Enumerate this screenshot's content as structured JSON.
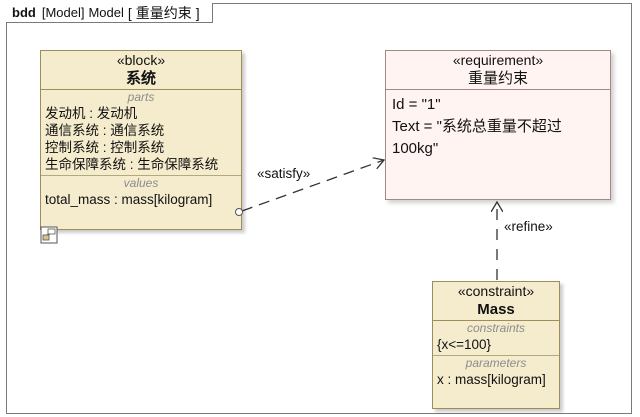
{
  "frame": {
    "keyword": "bdd",
    "kind": "[Model]",
    "model": "Model",
    "bracket_open": "[",
    "diagram_name": "重量约束",
    "bracket_close": "]"
  },
  "block": {
    "stereotype": "«block»",
    "name": "系统",
    "parts_title": "parts",
    "parts": [
      "发动机 : 发动机",
      "通信系统 : 通信系统",
      "控制系统 : 控制系统",
      "生命保障系统 : 生命保障系统"
    ],
    "values_title": "values",
    "values": [
      "total_mass : mass[kilogram]"
    ]
  },
  "requirement": {
    "stereotype": "«requirement»",
    "name": "重量约束",
    "id_line": "Id = \"1\"",
    "text_line1": "Text = \"系统总重量不超过",
    "text_line2": "100kg\""
  },
  "constraint": {
    "stereotype": "«constraint»",
    "name": "Mass",
    "constraints_title": "constraints",
    "constraints": [
      "{x<=100}"
    ],
    "parameters_title": "parameters",
    "parameters": [
      "x : mass[kilogram]"
    ]
  },
  "relations": {
    "satisfy": "«satisfy»",
    "refine": "«refine»"
  }
}
